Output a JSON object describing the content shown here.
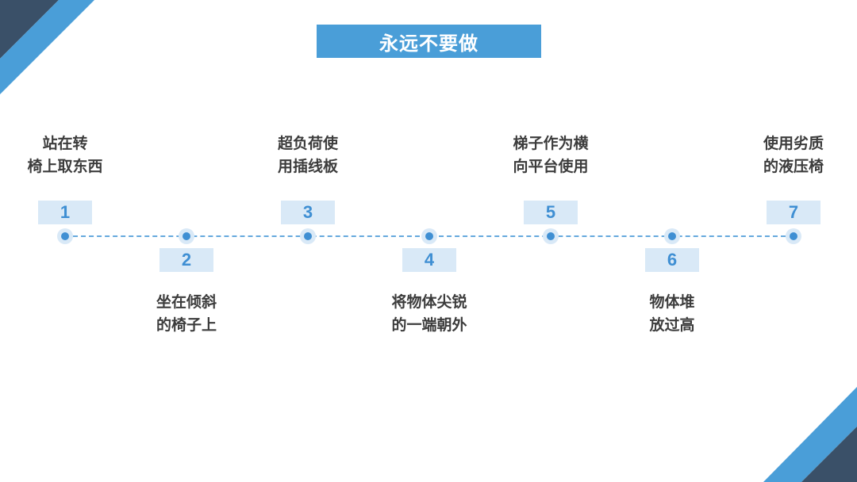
{
  "slide": {
    "title": "永远不要做",
    "colors": {
      "accent_blue": "#4A9ED8",
      "dark_navy": "#3A5068",
      "badge_fill": "#D9E9F7",
      "number_blue": "#3F8FD3",
      "label_text": "#3C3C3C",
      "dashed_line": "#66A9DD"
    },
    "timeline": {
      "items": [
        {
          "number": "1",
          "position": "above",
          "line1": "站在转",
          "line2": "椅上取东西"
        },
        {
          "number": "2",
          "position": "below",
          "line1": "坐在倾斜",
          "line2": "的椅子上"
        },
        {
          "number": "3",
          "position": "above",
          "line1": "超负荷使",
          "line2": "用插线板"
        },
        {
          "number": "4",
          "position": "below",
          "line1": "将物体尖锐",
          "line2": "的一端朝外"
        },
        {
          "number": "5",
          "position": "above",
          "line1": "梯子作为横",
          "line2": "向平台使用"
        },
        {
          "number": "6",
          "position": "below",
          "line1": "物体堆",
          "line2": "放过高"
        },
        {
          "number": "7",
          "position": "above",
          "line1": "使用劣质",
          "line2": "的液压椅"
        }
      ]
    }
  }
}
